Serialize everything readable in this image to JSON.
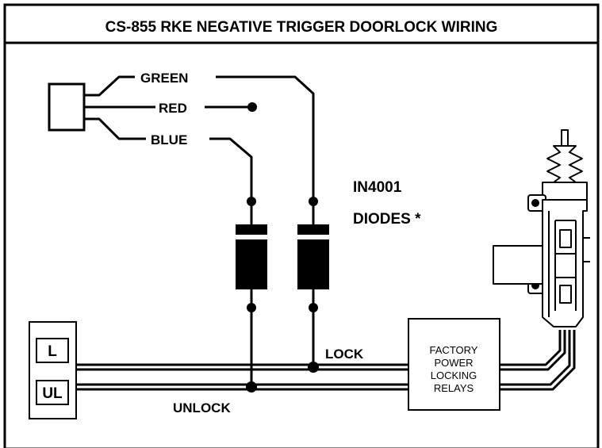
{
  "title": "CS-855 RKE NEGATIVE TRIGGER DOORLOCK WIRING",
  "connector": {
    "wires": [
      "GREEN",
      "RED",
      "BLUE"
    ]
  },
  "diodes": {
    "line1": "IN4001",
    "line2": "DIODES *"
  },
  "switch": {
    "lock_key": "L",
    "unlock_key": "UL"
  },
  "lines": {
    "lock": "LOCK",
    "unlock": "UNLOCK"
  },
  "relay": {
    "lines": [
      "FACTORY",
      "POWER",
      "LOCKING",
      "RELAYS"
    ]
  }
}
